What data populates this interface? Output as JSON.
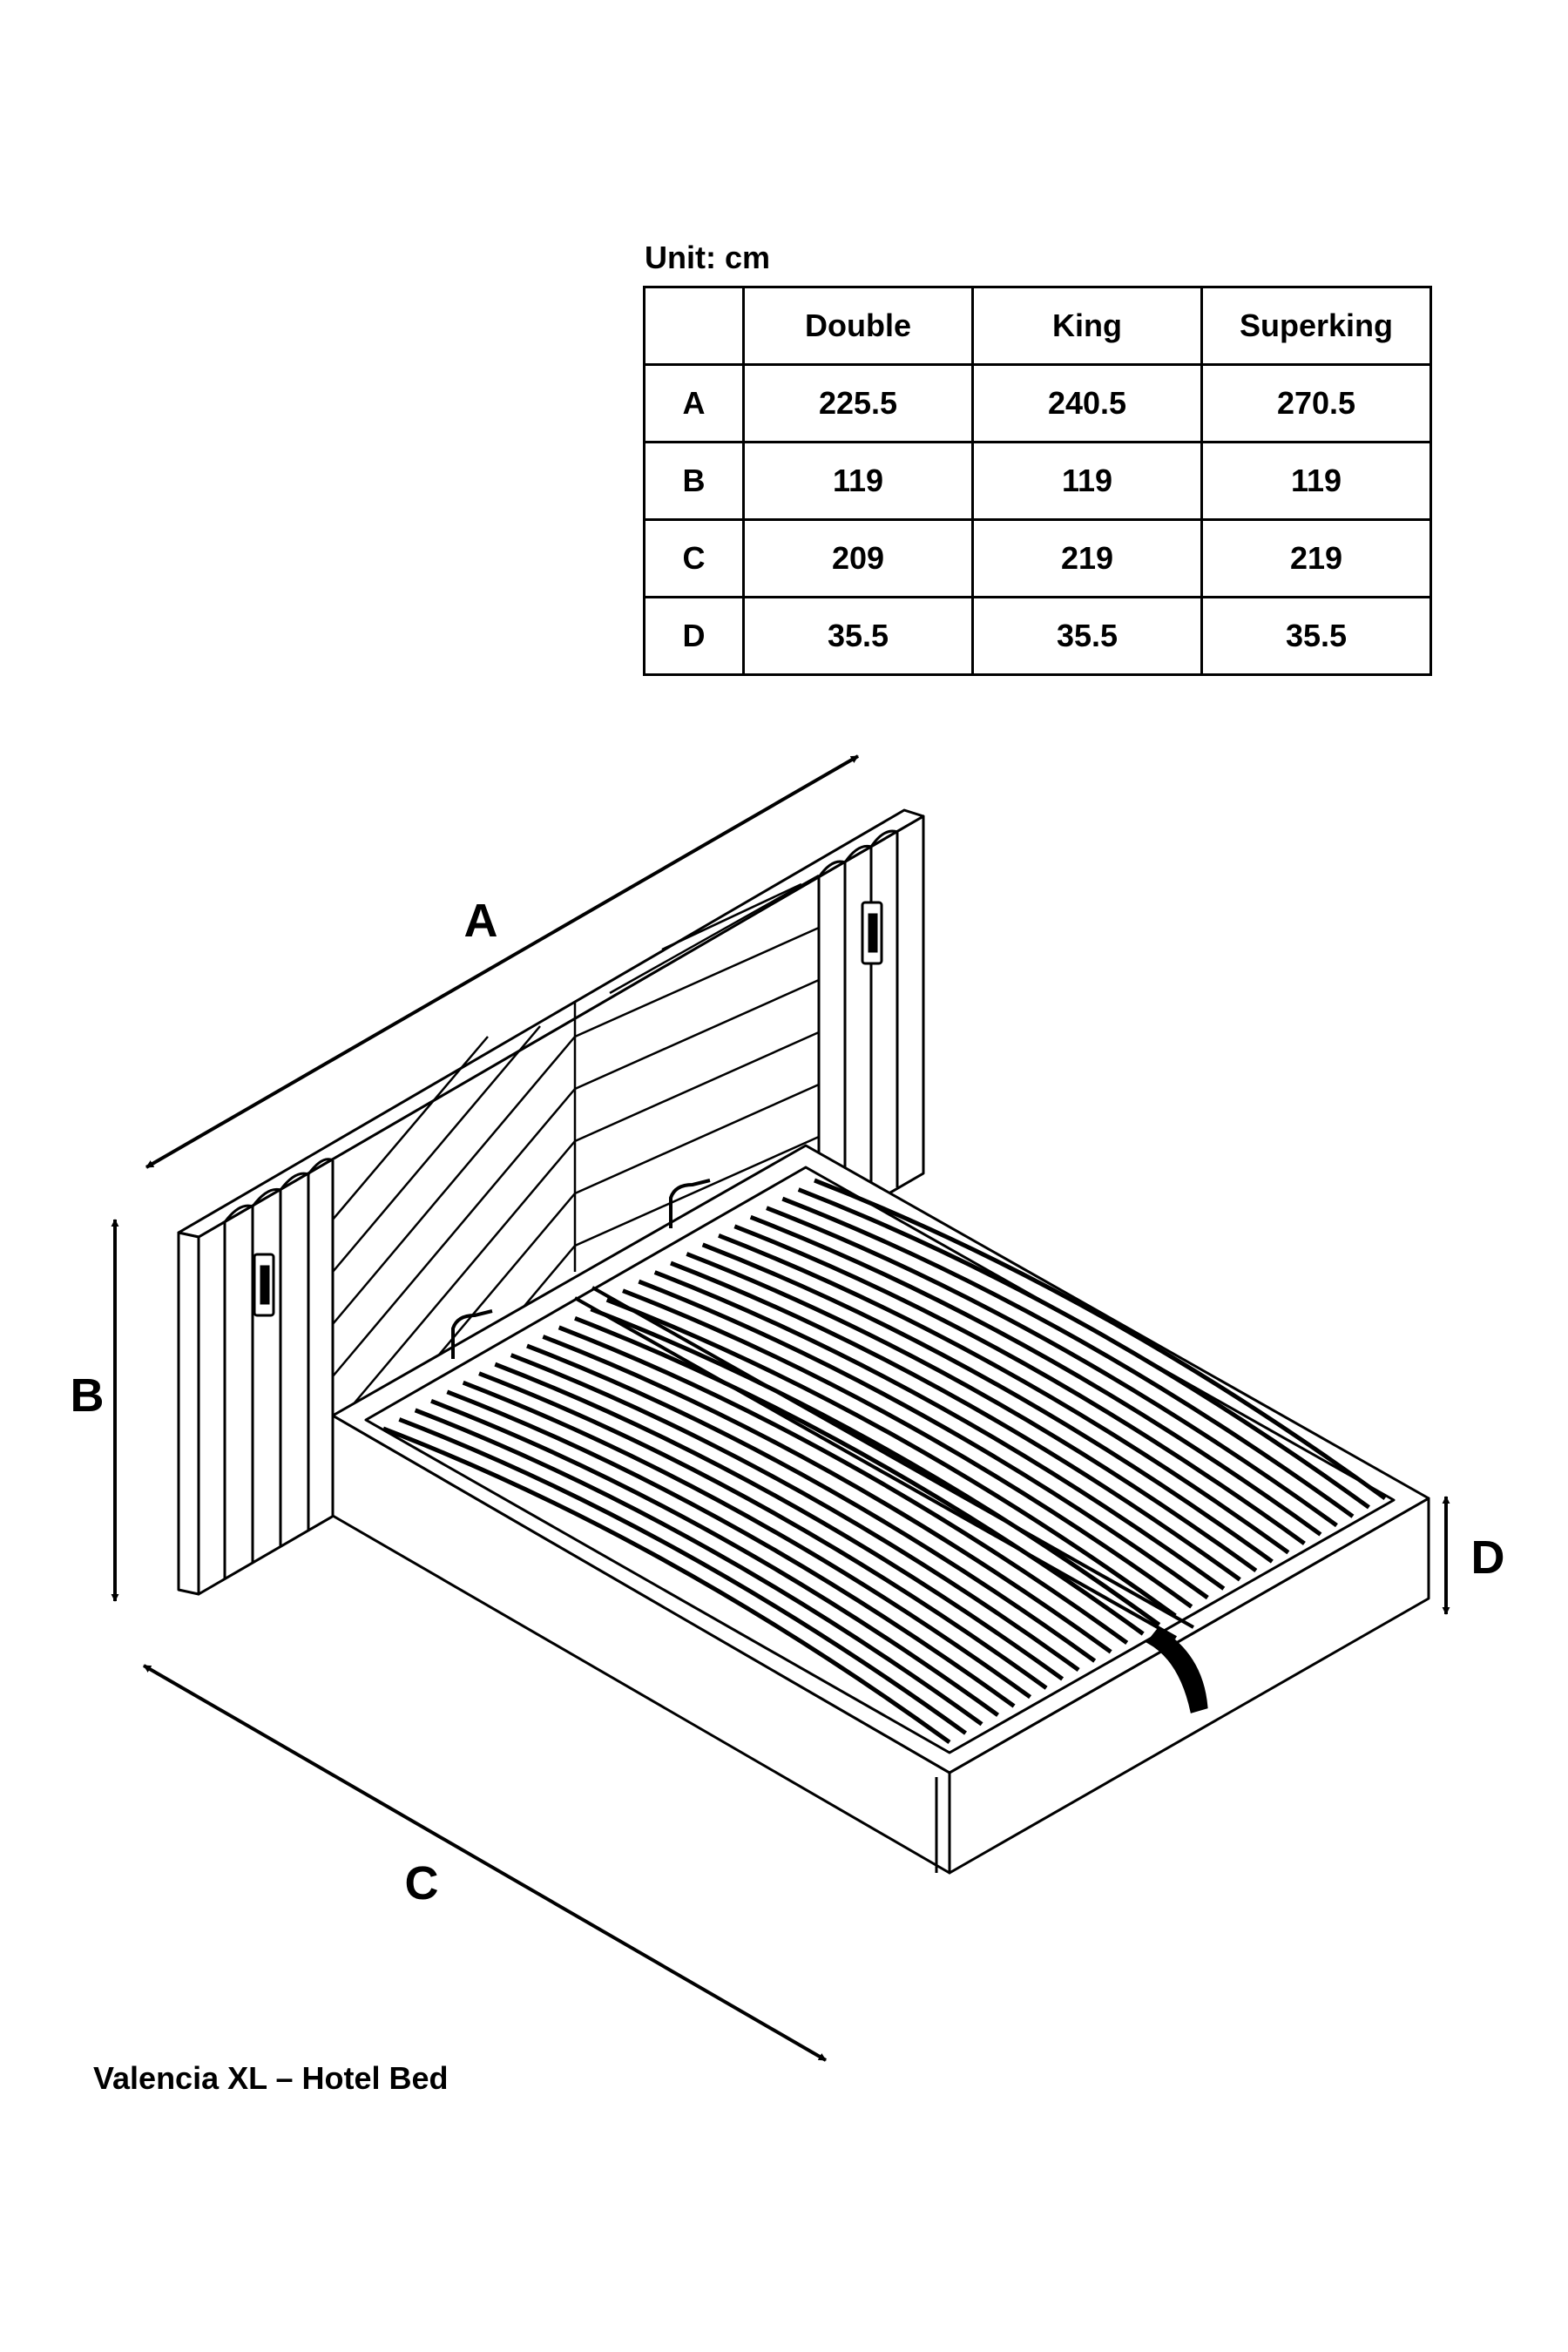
{
  "unit_label": "Unit: cm",
  "table": {
    "headers": [
      "",
      "Double",
      "King",
      "Superking"
    ],
    "rows": [
      {
        "label": "A",
        "values": [
          "225.5",
          "240.5",
          "270.5"
        ]
      },
      {
        "label": "B",
        "values": [
          "119",
          "119",
          "119"
        ]
      },
      {
        "label": "C",
        "values": [
          "209",
          "219",
          "219"
        ]
      },
      {
        "label": "D",
        "values": [
          "35.5",
          "35.5",
          "35.5"
        ]
      }
    ]
  },
  "dimensions": {
    "a": "A",
    "b": "B",
    "c": "C",
    "d": "D"
  },
  "caption": "Valencia XL – Hotel Bed"
}
